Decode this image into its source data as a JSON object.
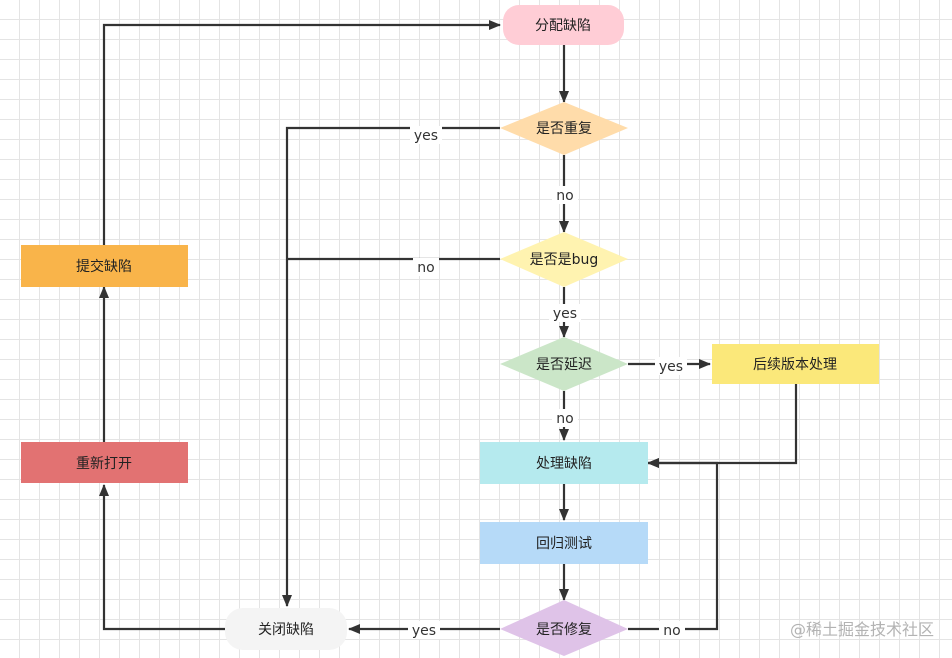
{
  "nodes": {
    "assign_bug": {
      "label": "分配缺陷",
      "color": "#ffcdd6"
    },
    "is_duplicate": {
      "label": "是否重复",
      "color": "#ffdcaa"
    },
    "is_bug": {
      "label": "是否是bug",
      "color": "#fff3b0"
    },
    "is_deferred": {
      "label": "是否延迟",
      "color": "#cbe6c8"
    },
    "later_version": {
      "label": "后续版本处理",
      "color": "#fbe87a"
    },
    "handle_bug": {
      "label": "处理缺陷",
      "color": "#b5eaee"
    },
    "regression_test": {
      "label": "回归测试",
      "color": "#b6daf8"
    },
    "is_fixed": {
      "label": "是否修复",
      "color": "#dfc3e8"
    },
    "close_bug": {
      "label": "关闭缺陷",
      "color": "#f4f4f4"
    },
    "submit_bug": {
      "label": "提交缺陷",
      "color": "#f9b44a"
    },
    "reopen": {
      "label": "重新打开",
      "color": "#e27272"
    }
  },
  "edge_labels": {
    "duplicate_no": "no",
    "duplicate_yes": "yes",
    "bug_yes": "yes",
    "bug_no": "no",
    "deferred_yes": "yes",
    "deferred_no": "no",
    "fixed_yes": "yes",
    "fixed_no": "no"
  },
  "watermark": "@稀土掘金技术社区",
  "colors": {
    "line": "#333333",
    "grid": "#e4e4e4",
    "watermark": "#b3b3b3"
  }
}
